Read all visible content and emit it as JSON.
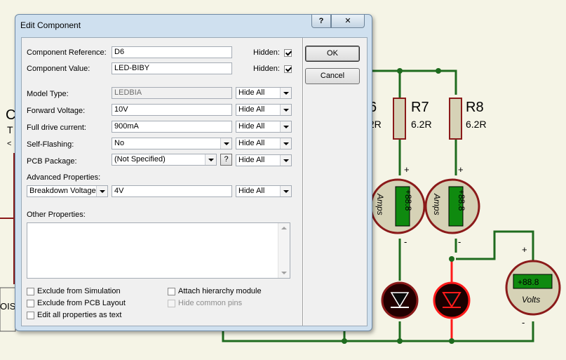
{
  "dialog": {
    "title": "Edit Component",
    "help_label": "?",
    "close_label": "✕",
    "fields": {
      "reference_label": "Component Reference:",
      "reference_value": "D6",
      "value_label": "Component Value:",
      "value_value": "LED-BIBY",
      "hidden_label_1": "Hidden:",
      "hidden_label_2": "Hidden:",
      "model_type_label": "Model Type:",
      "model_type_value": "LEDBIA",
      "forward_voltage_label": "Forward Voltage:",
      "forward_voltage_value": "10V",
      "full_drive_label": "Full drive current:",
      "full_drive_value": "900mA",
      "self_flashing_label": "Self-Flashing:",
      "self_flashing_value": "No",
      "pcb_package_label": "PCB Package:",
      "pcb_package_value": "(Not Specified)",
      "pcb_help_label": "?",
      "advanced_label": "Advanced Properties:",
      "advanced_select": "Breakdown Voltage",
      "advanced_value": "4V",
      "hide_all": "Hide All",
      "other_props_label": "Other Properties:",
      "other_props_value": ""
    },
    "checks": {
      "exclude_sim": "Exclude from Simulation",
      "exclude_pcb": "Exclude from PCB Layout",
      "edit_all": "Edit all properties as text",
      "attach_hier": "Attach hierarchy module",
      "hide_pins": "Hide common pins"
    },
    "buttons": {
      "ok": "OK",
      "cancel": "Cancel"
    }
  },
  "schematic": {
    "r6_label": "6",
    "r6_value": ".2R",
    "r7_label": "R7",
    "r7_value": "6.2R",
    "r8_label": "R8",
    "r8_value": "6.2R",
    "left_c": "C",
    "left_t": "T",
    "left_lt": "<",
    "left_ois": "OIS",
    "amps_label": "Amps",
    "amps_reading": "+88.8",
    "volts_label": "Volts",
    "volts_reading": "+88.8",
    "plus": "+",
    "minus": "-"
  },
  "colors": {
    "background": "#f5f4e6",
    "wire": "#1e6b1e",
    "meter_border": "#8b1a1a",
    "meter_fill": "#d6d2b6",
    "display_green": "#0f8a0f",
    "led_active": "#ff1a1a",
    "dialog_frame": "#cfe0ef"
  }
}
